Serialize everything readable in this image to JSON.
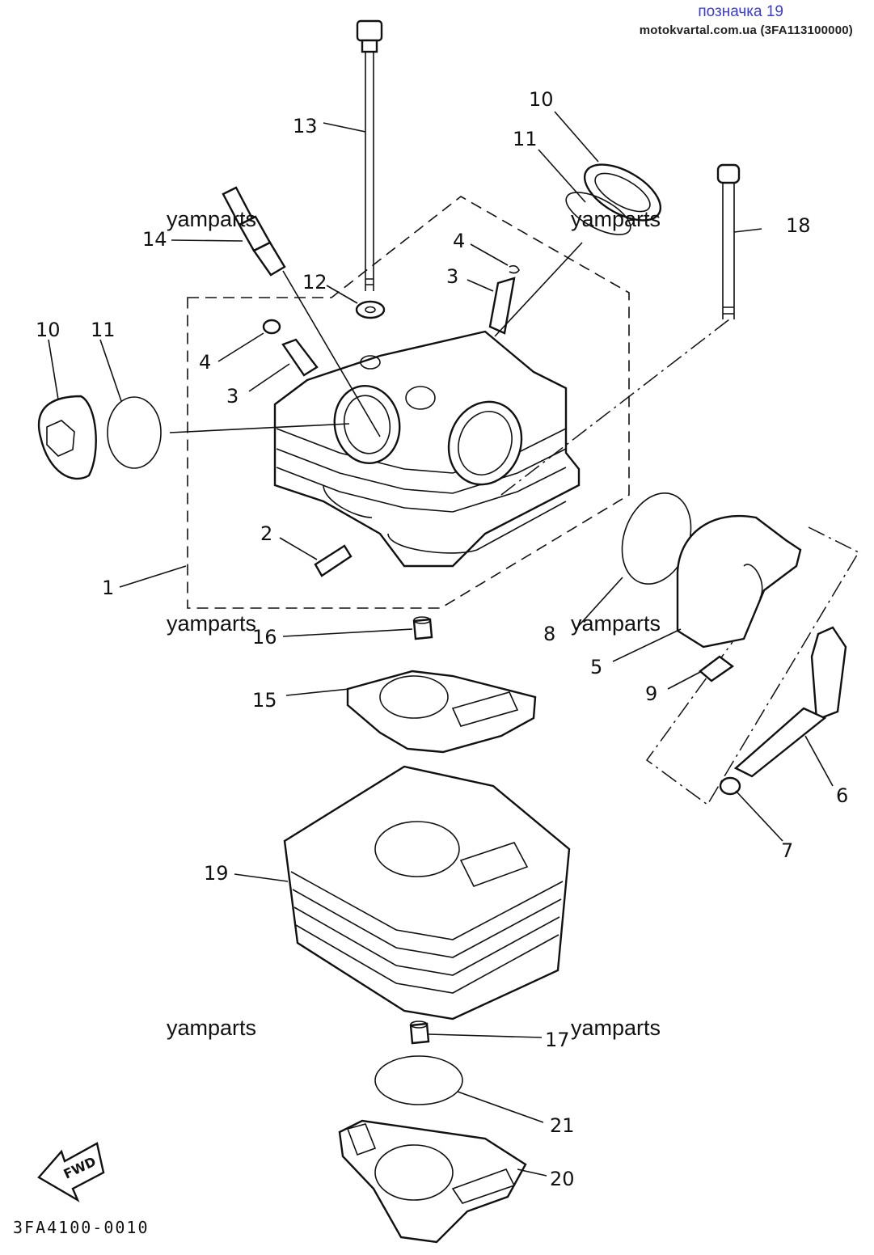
{
  "header": {
    "label": "позначка 19",
    "site": "motokvartal.com.ua (3FA113100000)"
  },
  "diagram_code": "3FA4100-0010",
  "fwd_label": "FWD",
  "watermark": "yamparts",
  "callouts": {
    "c1": "1",
    "c2": "2",
    "c3a": "3",
    "c3b": "3",
    "c4a": "4",
    "c4b": "4",
    "c5": "5",
    "c6": "6",
    "c7": "7",
    "c8": "8",
    "c9": "9",
    "c10a": "10",
    "c10b": "10",
    "c11a": "11",
    "c11b": "11",
    "c12": "12",
    "c13": "13",
    "c14": "14",
    "c15": "15",
    "c16": "16",
    "c17": "17",
    "c18": "18",
    "c19": "19",
    "c20": "20",
    "c21": "21"
  }
}
